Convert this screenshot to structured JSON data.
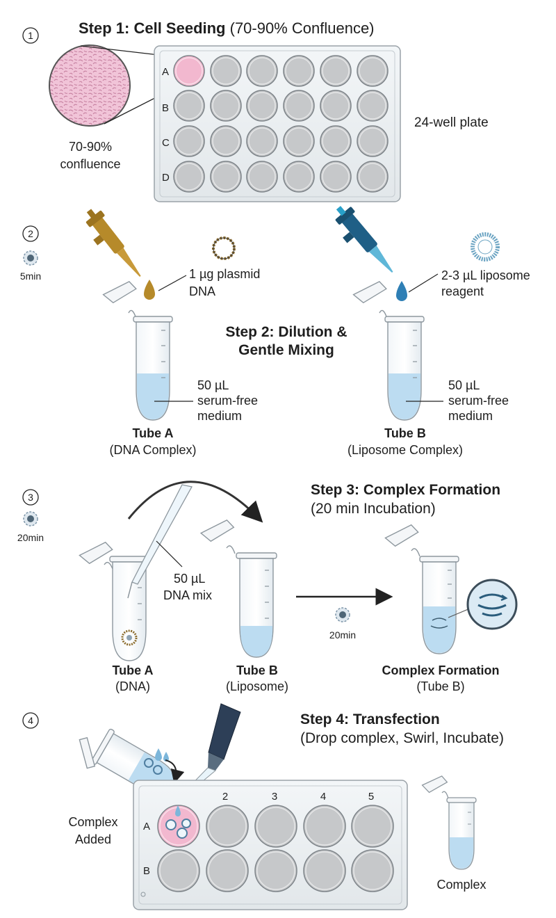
{
  "step1": {
    "number": "①",
    "title_bold": "Step 1: Cell Seeding",
    "title_rest": " (70-90% Confluence)",
    "plate_label": "24-well plate",
    "confluence_line1": "70-90%",
    "confluence_line2": "confluence",
    "rows": [
      "A",
      "B",
      "C",
      "D"
    ]
  },
  "step2": {
    "number": "②",
    "timer": "5min",
    "title_line1": "Step 2: Dilution &",
    "title_line2": "Gentle Mixing",
    "dna_label_line1": "1 µg plasmid",
    "dna_label_line2": "DNA",
    "lipo_label_line1": "2-3 µL liposome",
    "lipo_label_line2": "reagent",
    "medium_line1": "50 µL",
    "medium_line2": "serum-free",
    "medium_line3": "medium",
    "tubeA_name": "Tube A",
    "tubeA_sub": "(DNA Complex)",
    "tubeB_name": "Tube B",
    "tubeB_sub": "(Liposome Complex)"
  },
  "step3": {
    "number": "③",
    "timer": "20min",
    "title_line1": "Step 3: Complex Formation",
    "title_line2": "(20 min Incubation)",
    "mix_line1": "50 µL",
    "mix_line2": "DNA mix",
    "arrow_timer": "20min",
    "tubeA_name": "Tube A",
    "tubeA_sub": "(DNA)",
    "tubeB_name": "Tube B",
    "tubeB_sub": "(Liposome)",
    "complex_name": "Complex Formation",
    "complex_sub": "(Tube B)"
  },
  "step4": {
    "number": "④",
    "title_line1": "Step 4: Transfection",
    "title_line2": "(Drop complex, Swirl, Incubate)",
    "added_line1": "Complex",
    "added_line2": "Added",
    "columns": [
      "2",
      "3",
      "4",
      "5"
    ],
    "rows": [
      "A",
      "B"
    ],
    "complex_tube_label": "Complex"
  },
  "colors": {
    "plate": "#eef2f4",
    "well": "#c6c8ca",
    "cells": "#f2b8cf",
    "medium": "#bcdcf1",
    "dna_pipette": "#b68a2a",
    "lipo_pipette": "#1f5f86",
    "arrow": "#222222"
  }
}
